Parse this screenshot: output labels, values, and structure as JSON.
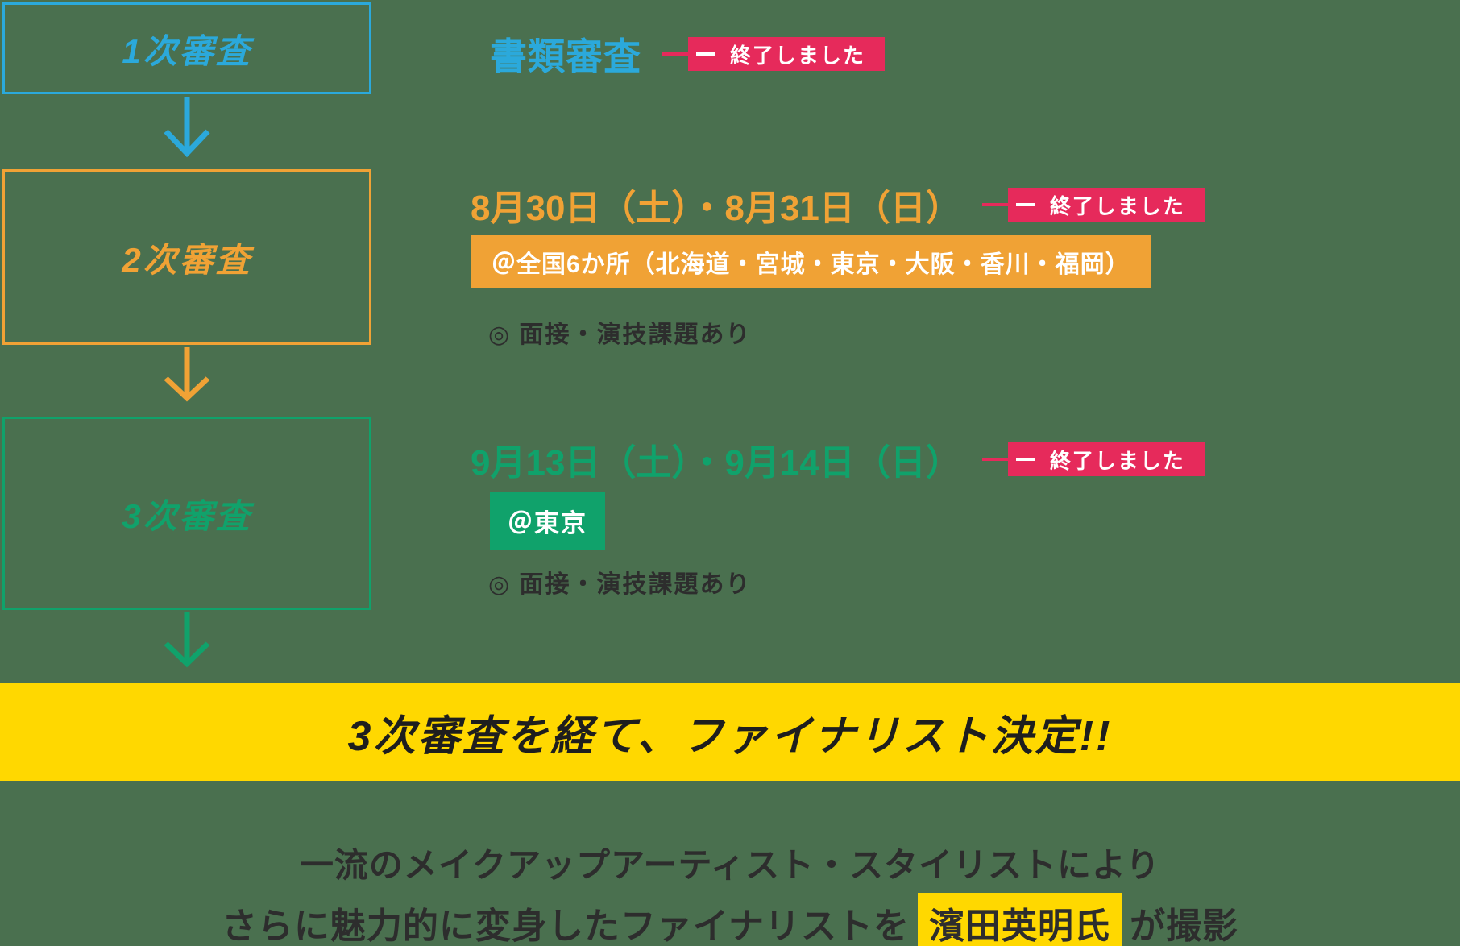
{
  "page": {
    "background_color": "#4A704F",
    "accent_colors": {
      "step1_blue": "#2BA9DB",
      "step2_orange": "#F0A235",
      "step3_green": "#10A26B",
      "ended_pink": "#E62A5B",
      "banner_yellow": "#FFD800",
      "dark_text": "#2D2D2D"
    }
  },
  "steps": [
    {
      "label": "1次審査",
      "title": "書類審査",
      "ended": "終了しました"
    },
    {
      "label": "2次審査",
      "date": "8月30日（土）・8月31日（日）",
      "ended": "終了しました",
      "location": "＠全国6か所（北海道・宮城・東京・大阪・香川・福岡）",
      "note": "◎ 面接・演技課題あり"
    },
    {
      "label": "3次審査",
      "date": "9月13日（土）・9月14日（日）",
      "ended": "終了しました",
      "location": "＠東京",
      "note": "◎ 面接・演技課題あり"
    }
  ],
  "banner": {
    "text": "3次審査を経て、ファイナリスト決定!!"
  },
  "footer": {
    "line1": "一流のメイクアップアーティスト・スタイリストにより",
    "line2_before": "さらに魅力的に変身したファイナリストを",
    "line2_highlight": "濱田英明氏",
    "line2_after": "が撮影"
  }
}
